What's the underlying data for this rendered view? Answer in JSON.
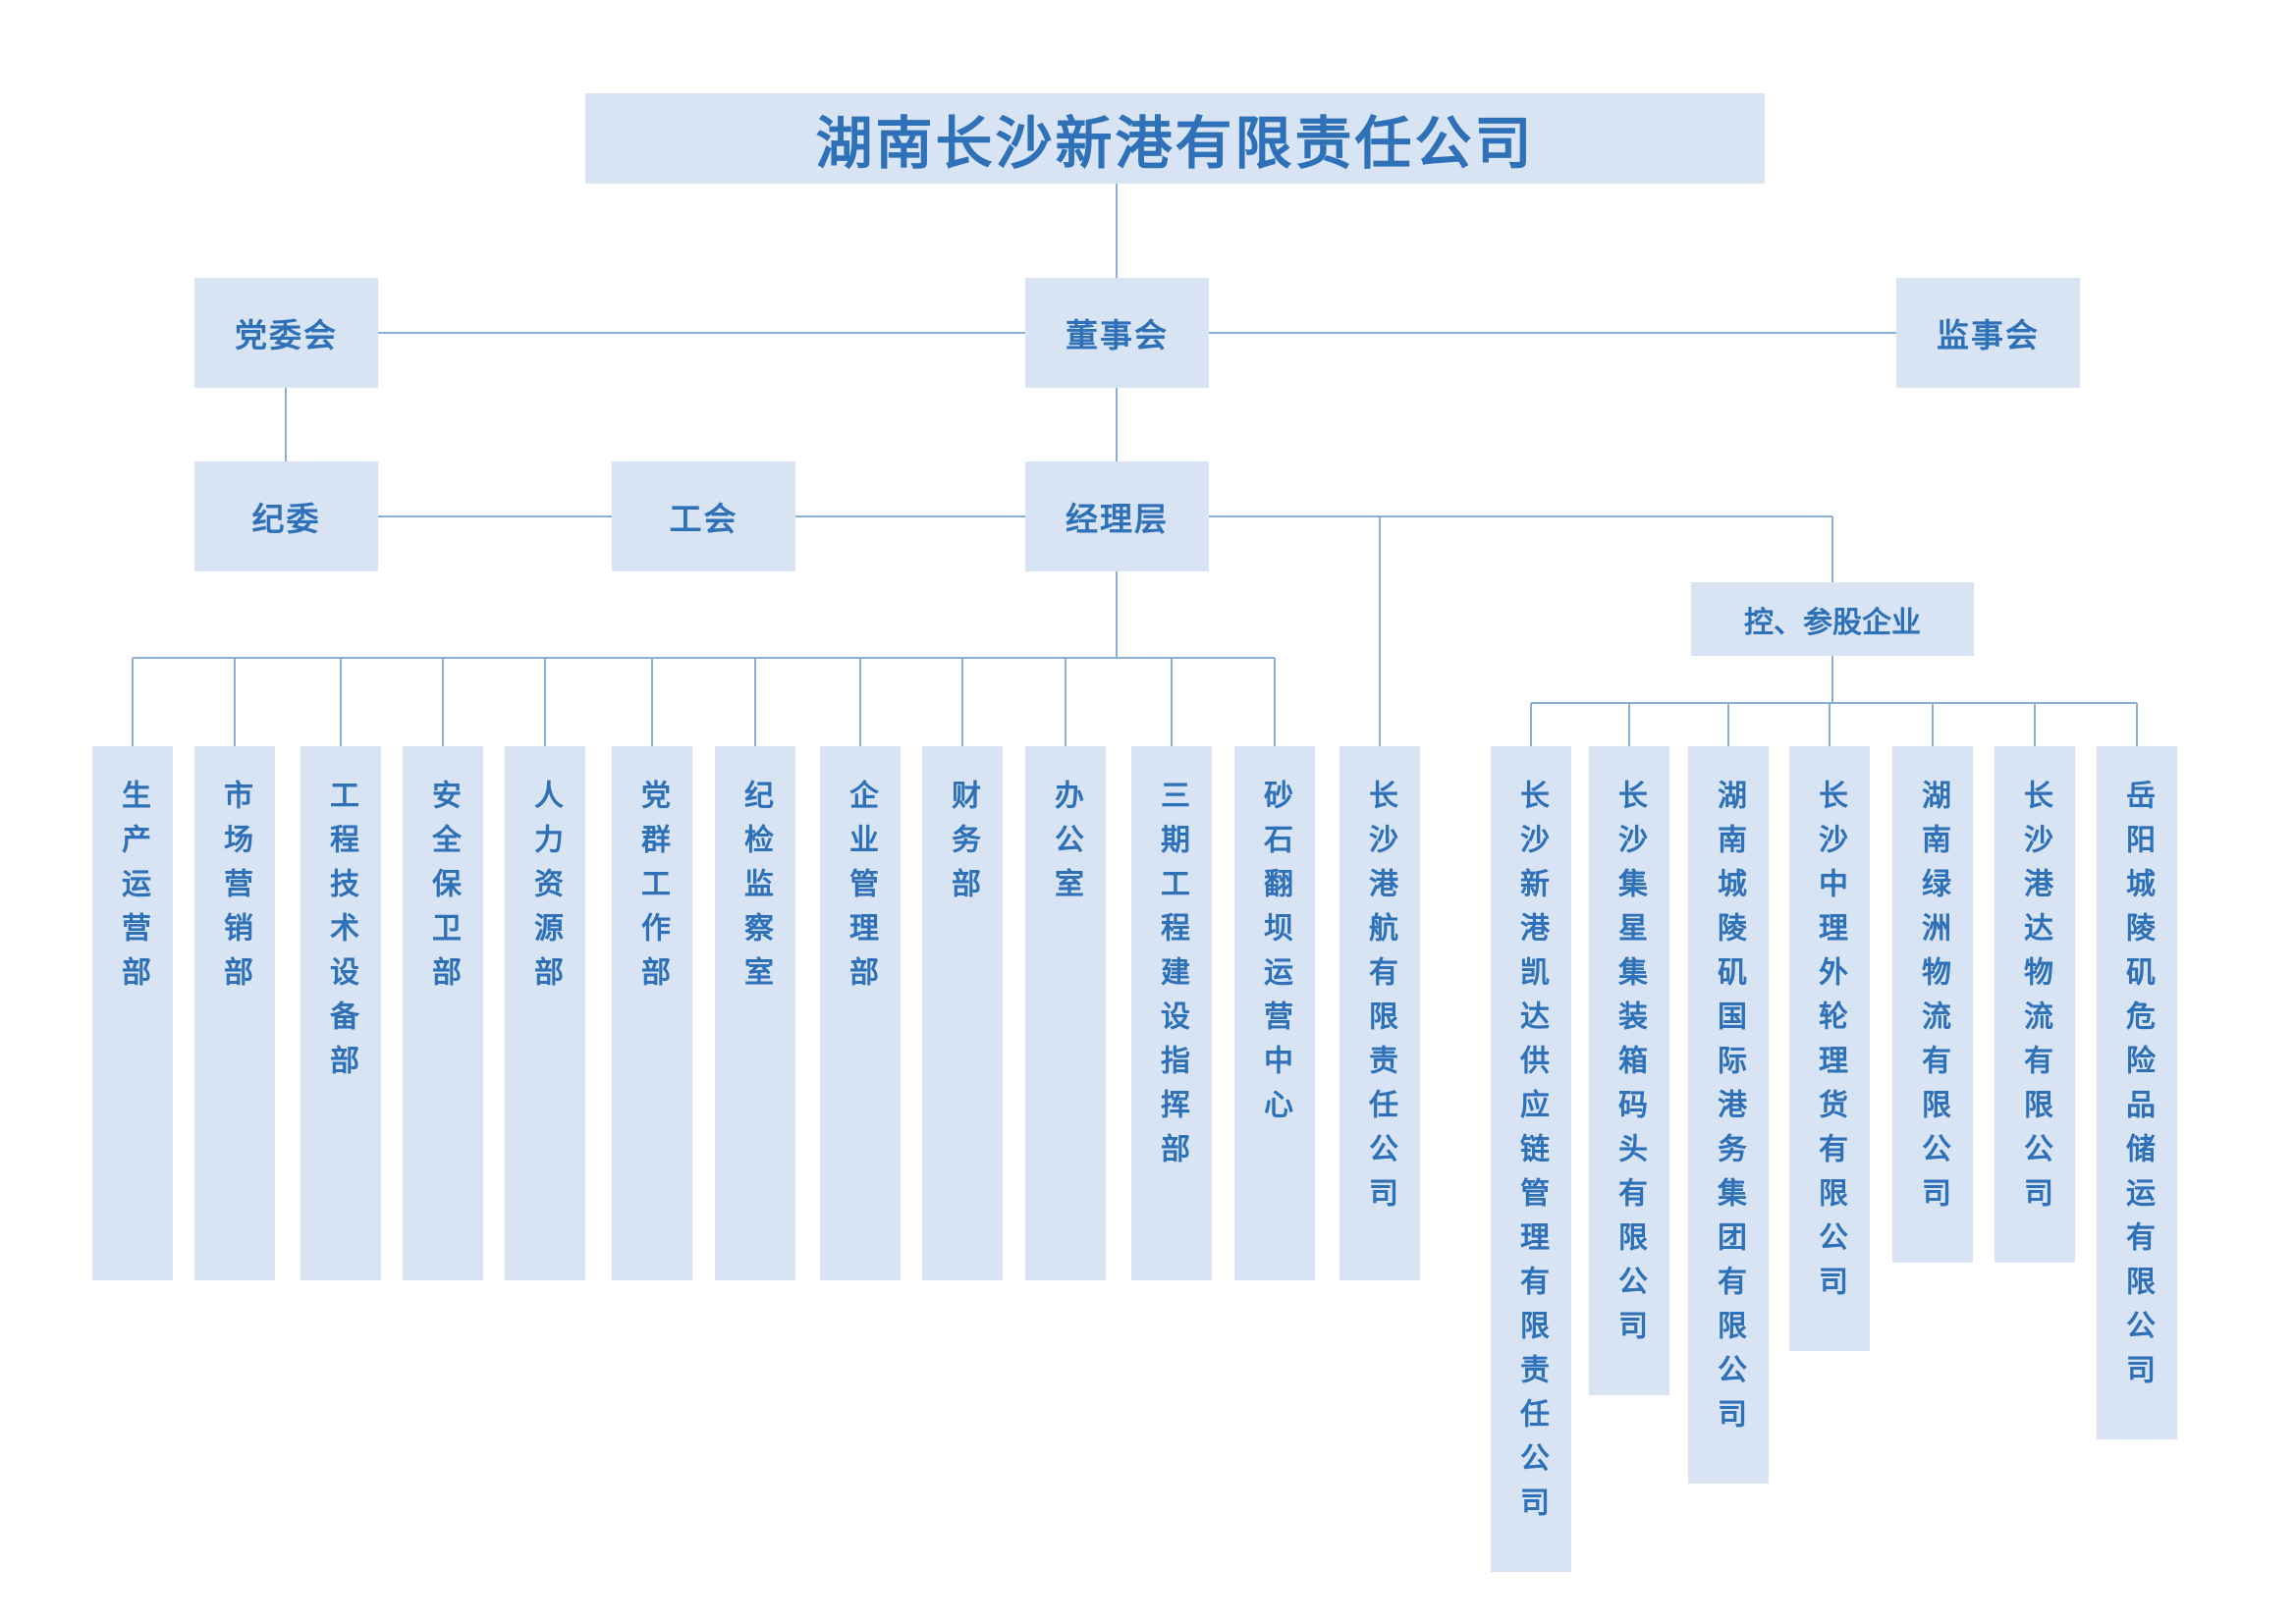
{
  "title": "湖南长沙新港有限责任公司",
  "governance": {
    "party_committee": "党委会",
    "board_of_directors": "董事会",
    "board_of_supervisors": "监事会",
    "discipline_committee": "纪委",
    "labor_union": "工会",
    "management_team": "经理层"
  },
  "holding_group_label": "控、参股企业",
  "departments": [
    "生产运营部",
    "市场营销部",
    "工程技术设备部",
    "安全保卫部",
    "人力资源部",
    "党群工作部",
    "纪检监察室",
    "企业管理部",
    "财务部",
    "办公室",
    "三期工程建设指挥部",
    "砂石翻坝运营中心",
    "长沙港航有限责任公司"
  ],
  "subsidiaries": [
    "长沙新港凯达供应链管理有限责任公司",
    "长沙集星集装箱码头有限公司",
    "湖南城陵矶国际港务集团有限公司",
    "长沙中理外轮理货有限公司",
    "湖南绿洲物流有限公司",
    "长沙港达物流有限公司",
    "岳阳城陵矶危险品储运有限公司"
  ],
  "colors": {
    "box_background": "#d8e4f3",
    "text_blue": "#2e71b8",
    "connector_line": "#8ab0d9"
  }
}
